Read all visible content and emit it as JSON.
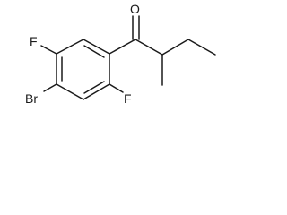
{
  "molecule": {
    "atoms": {
      "oxygen": "O",
      "fluorine_top": "F",
      "fluorine_bottom": "F",
      "bromine": "Br"
    }
  }
}
